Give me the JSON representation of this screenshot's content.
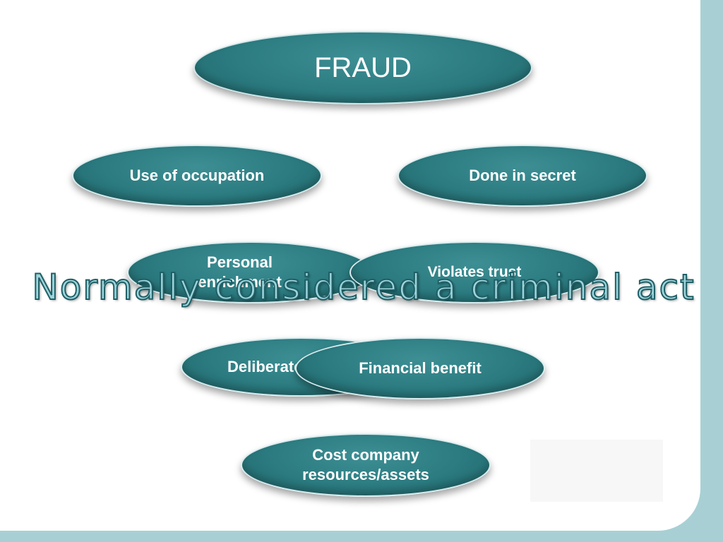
{
  "title": "FRAUD",
  "elements": {
    "use_of_occupation": "Use of occupation",
    "done_in_secret": "Done in secret",
    "personal_enrichment": "Personal enrichment",
    "violates_trust": "Violates trust",
    "deliberate": "Deliberate",
    "financial_benefit": "Financial benefit",
    "cost_company_resources": "Cost company resources/assets"
  },
  "overlay_text": "Normally considered a criminal act",
  "colors": {
    "oval_fill": "#2b7b80",
    "background": "#a8d0d4",
    "overlay_text": "#9fd4dc"
  }
}
